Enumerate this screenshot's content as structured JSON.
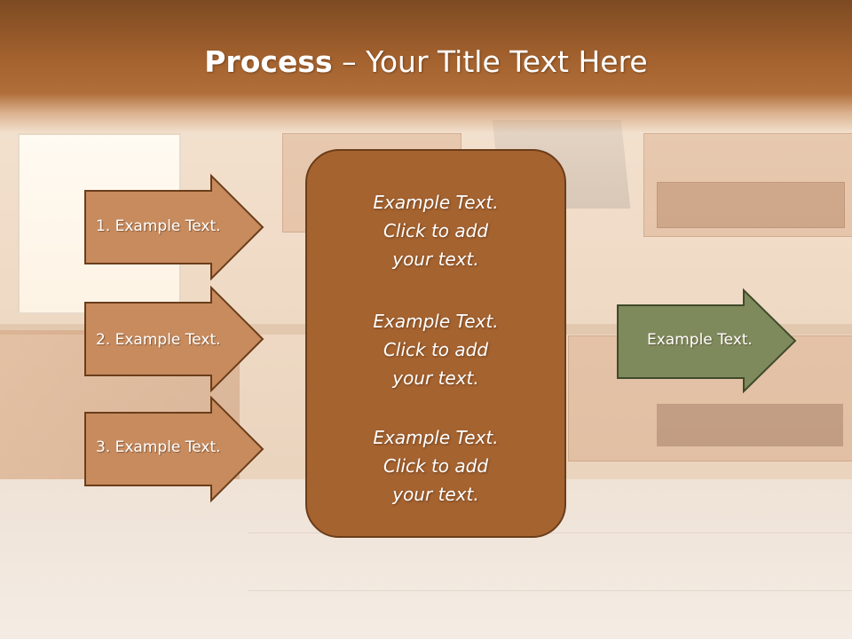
{
  "title": {
    "bold": "Process",
    "rest": " – Your Title Text Here"
  },
  "left_steps": [
    {
      "label": "1. Example Text."
    },
    {
      "label": "2. Example Text."
    },
    {
      "label": "3. Example Text."
    }
  ],
  "center_blocks": [
    {
      "lines": [
        "Example Text.",
        "Click  to add",
        "your text."
      ]
    },
    {
      "lines": [
        "Example Text.",
        "Click  to add",
        "your text."
      ]
    },
    {
      "lines": [
        "Example Text.",
        "Click  to add",
        "your text."
      ]
    }
  ],
  "right_arrow": {
    "label": "Example Text."
  },
  "colors": {
    "left_arrow_fill": "#c78b5e",
    "left_arrow_stroke": "#6b3d1a",
    "center_fill": "#a56330",
    "right_arrow_fill": "#7e8a5c",
    "right_arrow_stroke": "#3f4a2a",
    "header_top": "#7d4a22"
  }
}
